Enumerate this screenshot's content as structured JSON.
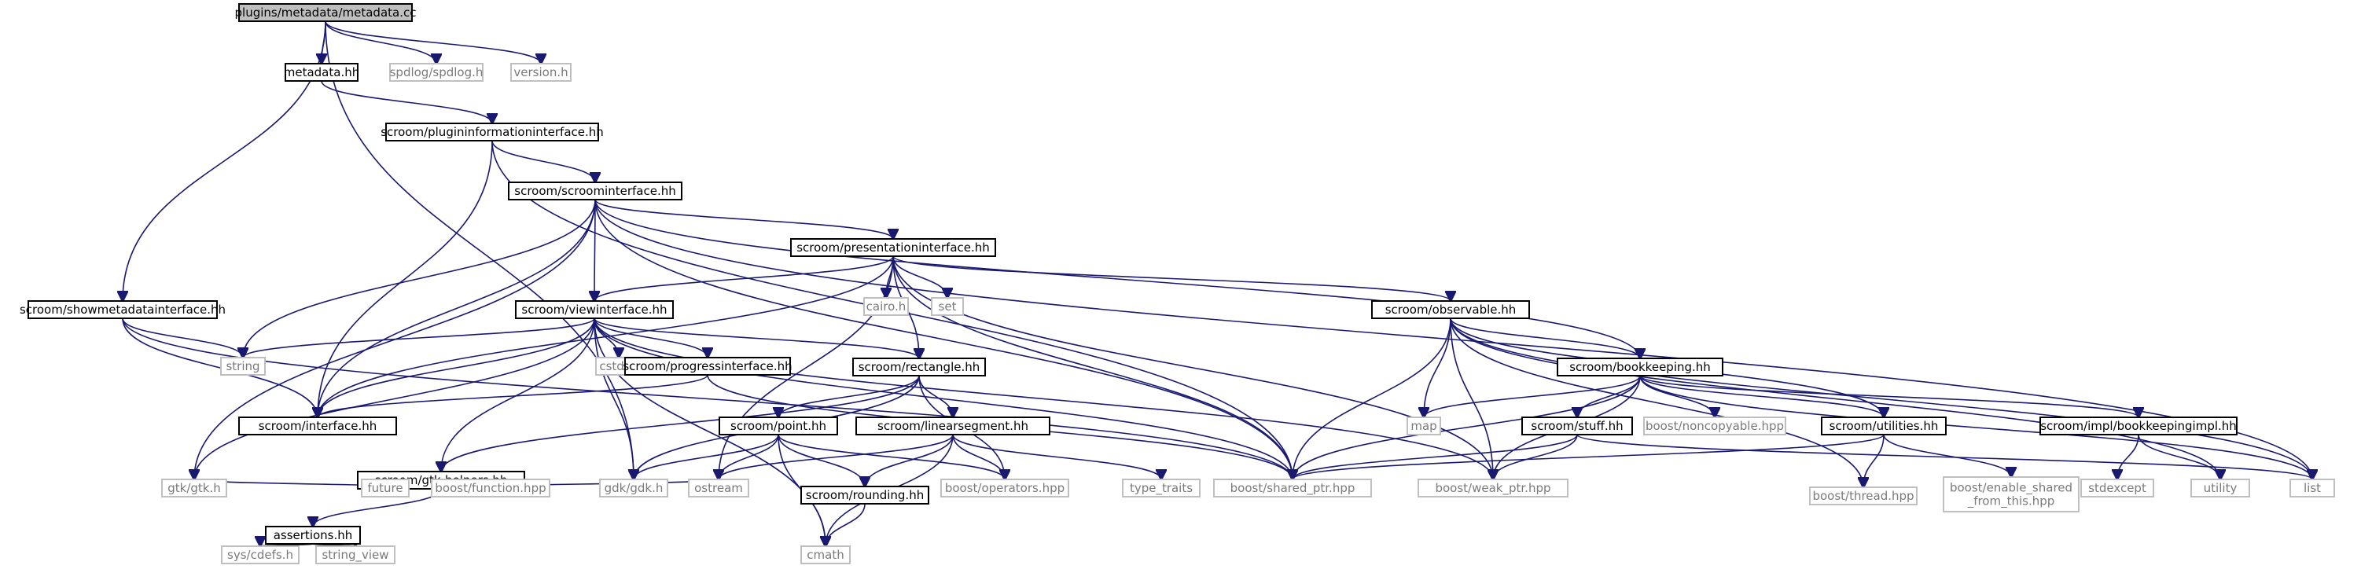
{
  "colors": {
    "edge": "#191970",
    "root_fill": "#bfbfbf",
    "internal_border": "#000000",
    "external_border": "#bfbfbf",
    "external_text": "#7a7a7a"
  },
  "nodes": {
    "root": "plugins/metadata/metadata.cc",
    "metadata_hh": "metadata.hh",
    "spdlog": "spdlog/spdlog.h",
    "version_h": "version.h",
    "plugininfo": "scroom/plugininformationinterface.hh",
    "scroomif": "scroom/scroominterface.hh",
    "showmeta": "scroom/showmetadatainterface.hh",
    "presentation": "scroom/presentationinterface.hh",
    "viewif": "scroom/viewinterface.hh",
    "cairo": "cairo.h",
    "set": "set",
    "observable": "scroom/observable.hh",
    "string": "string",
    "cstdlib": "cstdlib",
    "progress": "scroom/progressinterface.hh",
    "rectangle": "scroom/rectangle.hh",
    "bookkeeping": "scroom/bookkeeping.hh",
    "interface": "scroom/interface.hh",
    "gtkhelpers": "scroom/gtk-helpers.hh",
    "point": "scroom/point.hh",
    "linearsegment": "scroom/linearsegment.hh",
    "map": "map",
    "stuff": "scroom/stuff.hh",
    "noncopyable": "boost/noncopyable.hpp",
    "utilities": "scroom/utilities.hh",
    "bookimpl": "scroom/impl/bookkeepingimpl.hh",
    "gtk": "gtk/gtk.h",
    "assertions": "assertions.hh",
    "future": "future",
    "function": "boost/function.hpp",
    "gdk": "gdk/gdk.h",
    "ostream": "ostream",
    "rounding": "scroom/rounding.hh",
    "operators": "boost/operators.hpp",
    "typetraits": "type_traits",
    "sharedptr": "boost/shared_ptr.hpp",
    "weakptr": "boost/weak_ptr.hpp",
    "thread": "boost/thread.hpp",
    "enableshared": "boost/enable_shared\n_from_this.hpp",
    "stdexcept": "stdexcept",
    "utility": "utility",
    "list": "list",
    "cdefs": "sys/cdefs.h",
    "stringview": "string_view",
    "cmath": "cmath"
  }
}
